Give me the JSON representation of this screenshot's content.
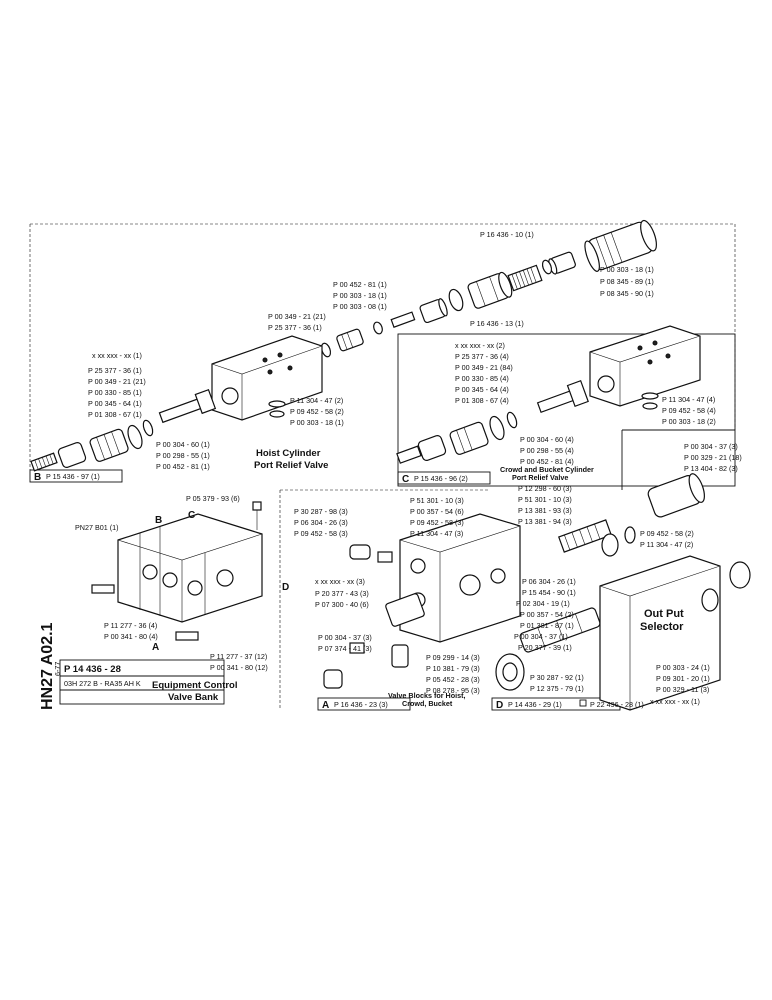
{
  "sheet": {
    "code": "HN27 A02.1",
    "date": "6-77",
    "part_number": "P 14 436 - 28",
    "model": "03H 272 B - RA35 AH K",
    "title_line1": "Equipment Control",
    "title_line2": "Valve Bank"
  },
  "groups": {
    "hoist": {
      "line1": "Hoist Cylinder",
      "line2": "Port Relief Valve",
      "section": "B",
      "ref": "P 15 436 - 97 (1)"
    },
    "crowd": {
      "line1": "Crowd and Bucket Cylinder",
      "line2": "Port Relief Valve",
      "section": "C",
      "ref": "P 15 436 - 96 (2)"
    },
    "valve_blocks": {
      "line1": "Valve Blocks for Hoist,",
      "line2": "Crowd, Bucket",
      "section": "A",
      "ref": "P 16 436 - 23 (3)"
    },
    "selector": {
      "line1": "Out Put",
      "line2": "Selector",
      "section": "D",
      "ref": "P 14 436 - 29 (1)",
      "ref2": "P 22 496 - 28 (1)"
    }
  },
  "callouts": {
    "top": [
      "P 16 436 - 10 (1)",
      "P 00 303 - 18 (1)",
      "P 08 345 - 89 (1)",
      "P 08 345 - 90 (1)",
      "P 00 452 - 81 (1)",
      "P 00 303 - 18 (1)",
      "P 00 303 - 08 (1)",
      "P 00 349 - 21 (21)",
      "P 25 377 - 36 (1)",
      "P 16 436 - 13 (1)"
    ],
    "hoist_left": [
      "x xx xxx - xx (1)",
      "P 25 377 - 36 (1)",
      "P 00 349 - 21 (21)",
      "P 00 330 - 85 (1)",
      "P 00 345 - 64 (1)",
      "P 01 308 - 67 (1)"
    ],
    "hoist_right": [
      "P 11 304 - 47 (2)",
      "P 09 452 - 58 (2)",
      "P 00 303 - 18 (1)"
    ],
    "hoist_bottom": [
      "P 00 304 - 60 (1)",
      "P 00 298 - 55 (1)",
      "P 00 452 - 81 (1)"
    ],
    "crowd_left": [
      "x xx xxx - xx (2)",
      "P 25 377 - 36 (4)",
      "P 00 349 - 21 (84)",
      "P 00 330 - 85 (4)",
      "P 00 345 - 64 (4)",
      "P 01 308 - 67 (4)"
    ],
    "crowd_right": [
      "P 11 304 - 47 (4)",
      "P 09 452 - 58 (4)",
      "P 00 303 - 18 (2)"
    ],
    "crowd_bottom": [
      "P 00 304 - 60 (4)",
      "P 00 298 - 55 (4)",
      "P 00 452 - 81 (4)"
    ],
    "assembly": [
      "P 05 379 - 93 (6)",
      "B",
      "C",
      "PN27 B01 (1)",
      "D",
      "P 11 277 - 36 (4)",
      "P 00 341 - 80 (4)",
      "A",
      "P 11 277 - 37 (12)",
      "P 00 341 - 80 (12)"
    ],
    "valve_upper": [
      "P 51 301 - 10 (3)",
      "P 00 357 - 54 (6)",
      "P 09 452 - 58 (3)",
      "P 11 304 - 47 (3)",
      "P 30 287 - 98 (3)",
      "P 06 304 - 26 (3)",
      "P 09 452 - 58 (3)"
    ],
    "valve_lower": [
      "x xx xxx - xx (3)",
      "P 20 377 - 43 (3)",
      "P 07 300 - 40 (6)",
      "P 00 304 - 37 (3)",
      "P 07 374 - 41 (3)",
      "P 09 299 - 14 (3)",
      "P 10 381 - 79 (3)",
      "P 05 452 - 28 (3)",
      "P 08 278 - 95 (3)"
    ],
    "spool": [
      "P 12 298 - 60 (3)",
      "P 51 301 - 10 (3)",
      "P 13 381 - 93 (3)",
      "P 13 381 - 94 (3)",
      "P 06 304 - 26 (1)",
      "P 15 454 - 90 (1)",
      "P 02 304 - 19 (1)",
      "P 00 357 - 54 (2)",
      "P 01 381 - 87 (1)",
      "P 00 304 - 37 (1)",
      "P 20 377 - 39 (1)",
      "P 30 287 - 92 (1)",
      "P 12 375 - 79 (1)"
    ],
    "selector_top": [
      "P 00 304 - 37 (3)",
      "P 00 329 - 21 (18)",
      "P 13 404 - 82 (3)",
      "P 09 452 - 58 (2)",
      "P 11 304 - 47 (2)"
    ],
    "selector_bottom": [
      "P 00 303 - 24 (1)",
      "P 09 301 - 20 (1)",
      "P 00 329 - 11 (3)",
      "x xx xxx - xx (1)"
    ]
  }
}
